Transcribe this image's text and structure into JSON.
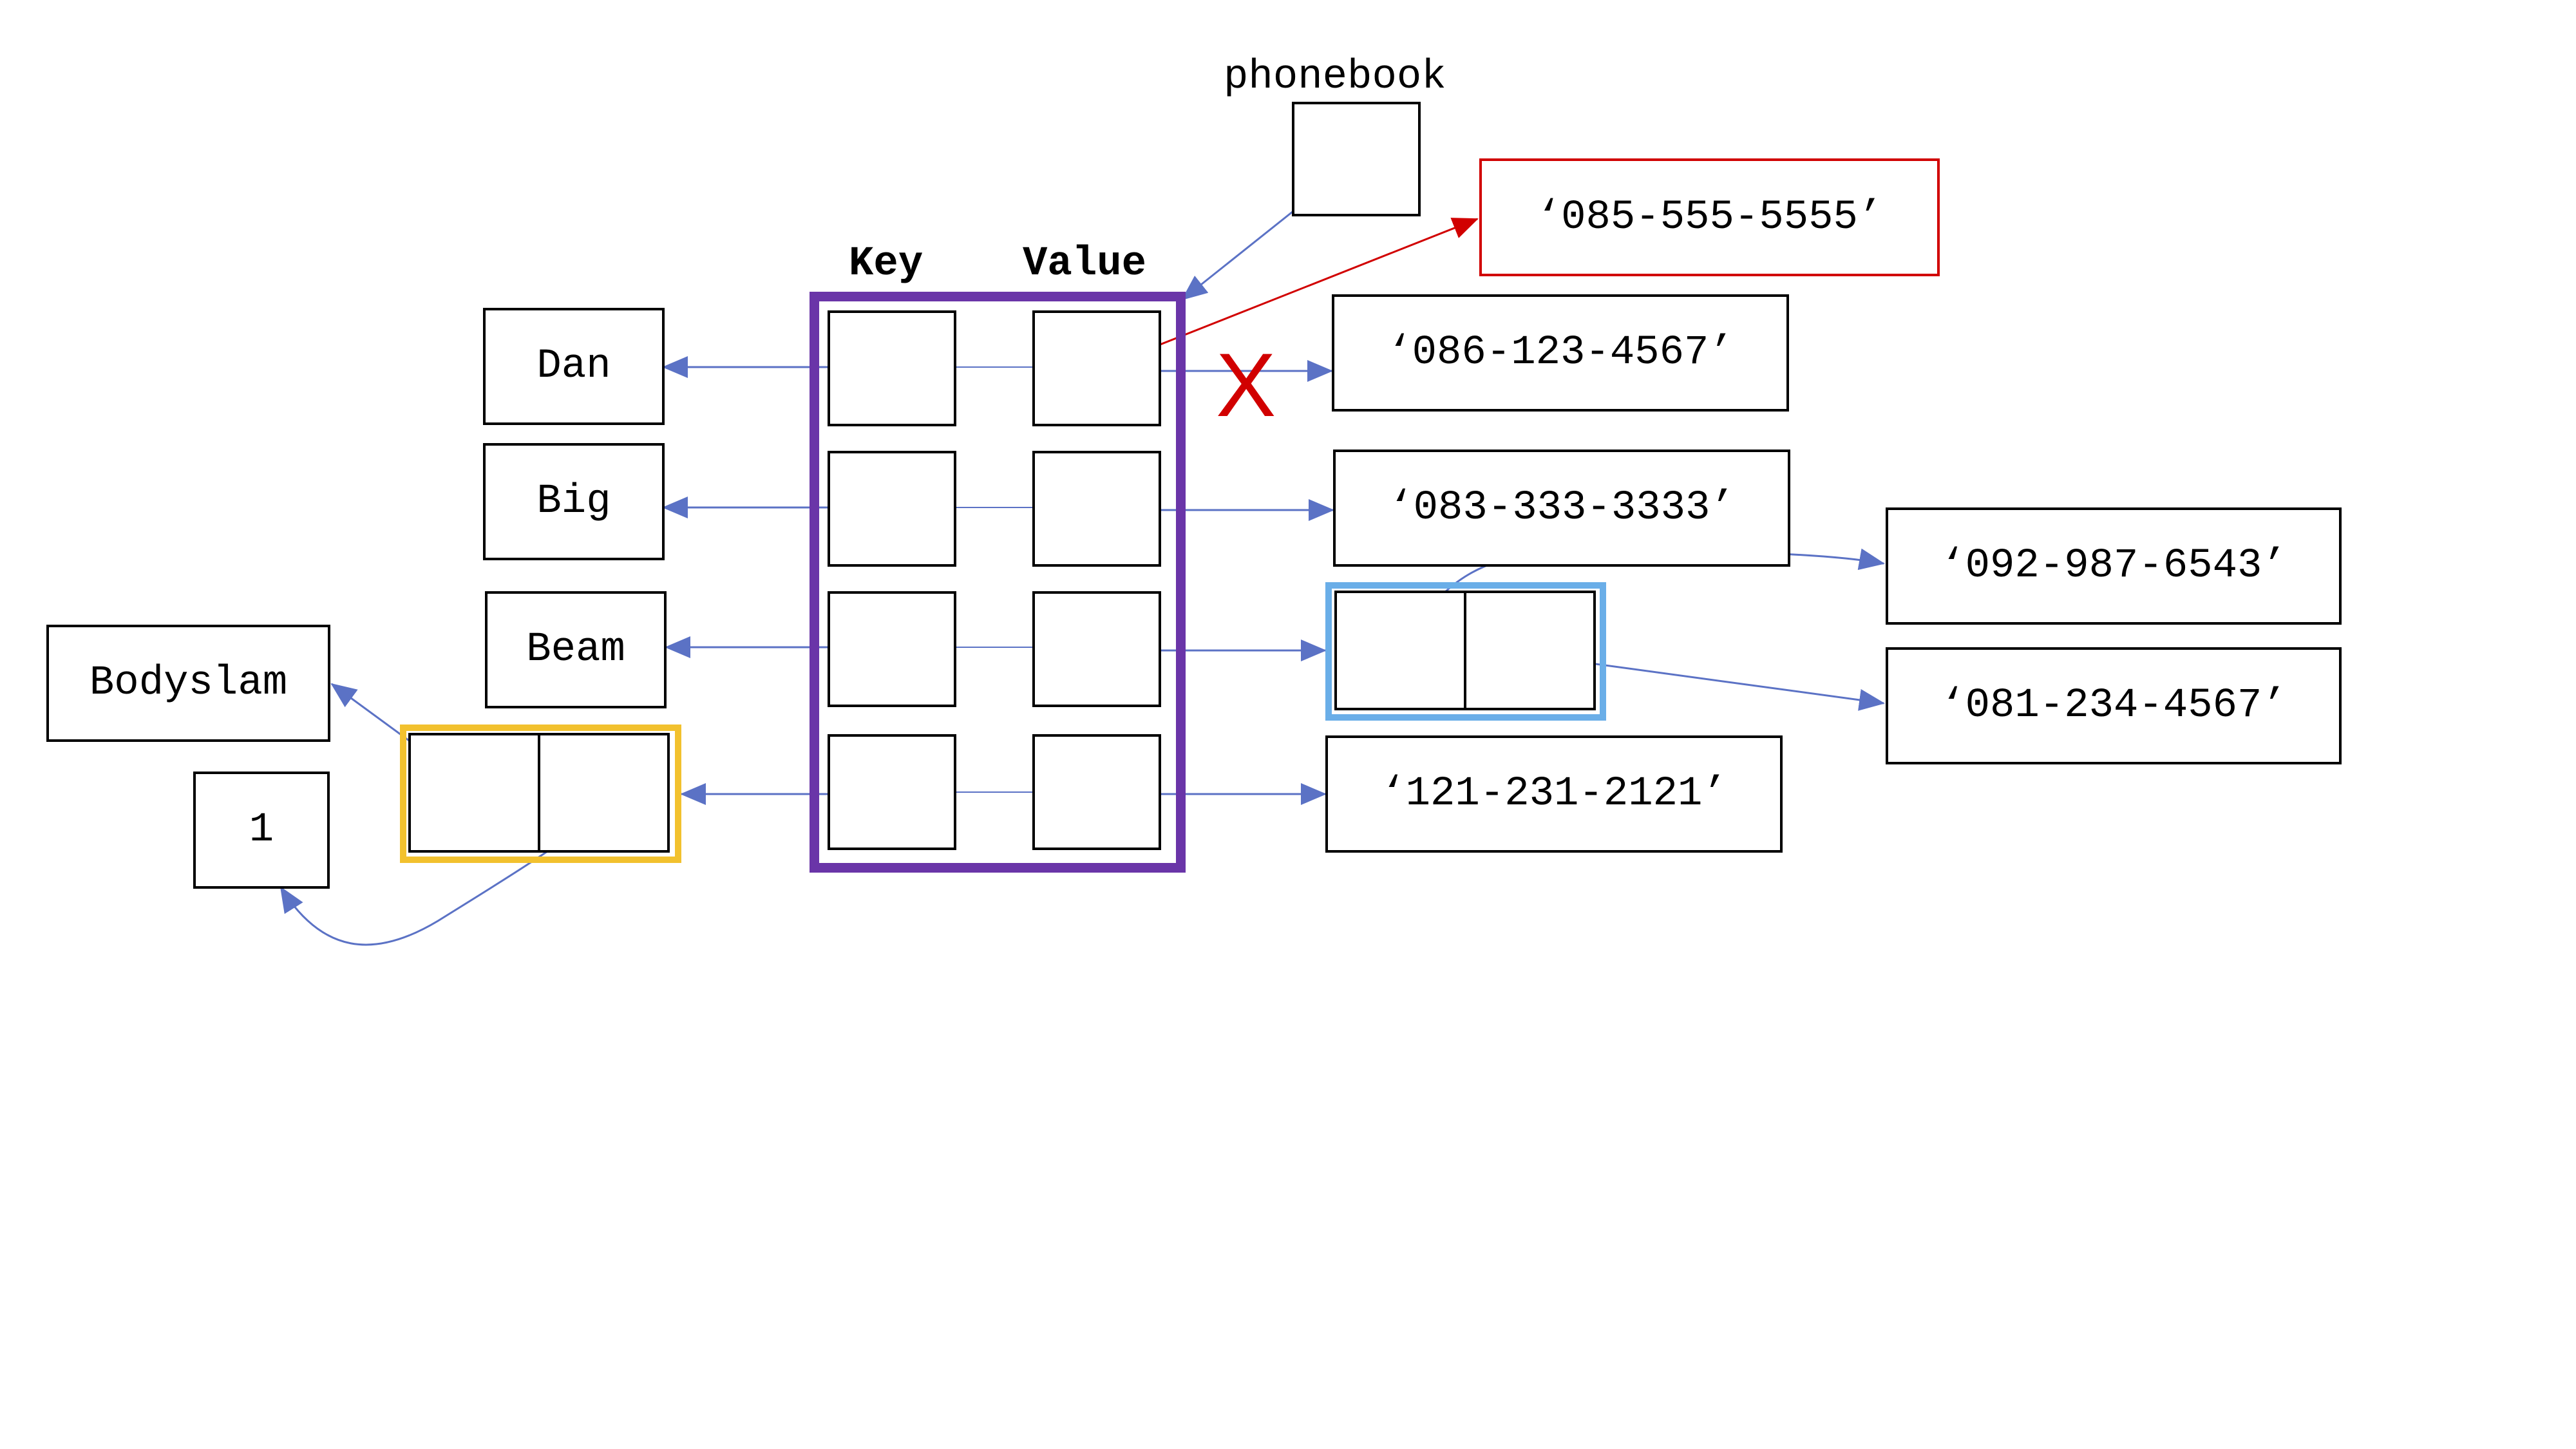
{
  "variable": {
    "name": "phonebook"
  },
  "dict": {
    "key_header": "Key",
    "value_header": "Value"
  },
  "keys": {
    "dan": "Dan",
    "big": "Big",
    "beam": "Beam",
    "tuple_first": "Bodyslam",
    "tuple_second": "1"
  },
  "values": {
    "old_dan": "‘086-123-4567’",
    "new_dan": "‘085-555-5555’",
    "big": "‘083-333-3333’",
    "beam_first": "‘092-987-6543’",
    "beam_second": "‘081-234-4567’",
    "bodyslam": "‘121-231-2121’"
  },
  "cross_mark": "X",
  "colors": {
    "dict_frame": "#6A35A8",
    "tuple_key_frame": "#F2C12E",
    "list_value_frame": "#6AAEE8",
    "arrow": "#5B72C5",
    "reassign": "#D10000"
  }
}
